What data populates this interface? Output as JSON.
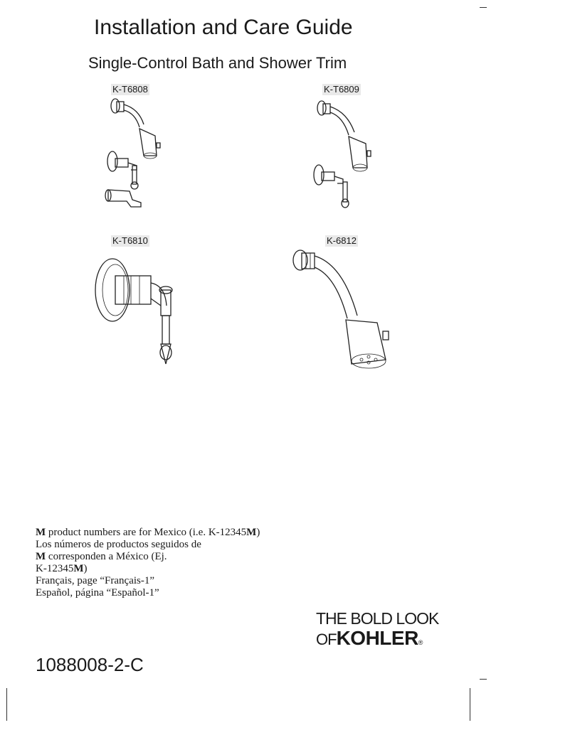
{
  "header": {
    "title": "Installation and Care Guide",
    "subtitle": "Single-Control Bath and Shower Trim"
  },
  "models": [
    {
      "label": "K-T6808",
      "icon": "bath-shower-trim-set-icon"
    },
    {
      "label": "K-T6809",
      "icon": "shower-trim-set-icon"
    },
    {
      "label": "K-T6810",
      "icon": "valve-trim-handle-icon"
    },
    {
      "label": "K-6812",
      "icon": "showerhead-icon"
    }
  ],
  "notes": {
    "line1_bold": "M",
    "line1_text": " product numbers are for Mexico (i.e. K-12345",
    "line1_bold2": "M",
    "line1_end": ")",
    "line2": "Los números de productos seguidos de",
    "line3_bold": "M",
    "line3_text": " corresponden a México (Ej.",
    "line4_text": "K-12345",
    "line4_bold": "M",
    "line4_end": ")",
    "line5": "Français, page “Français-1”",
    "line6": "Español, página “Español-1”"
  },
  "logo": {
    "line1": "THE BOLD LOOK",
    "of": "OF",
    "brand": "KOHLER",
    "reg": "®"
  },
  "document_number": "1088008-2-C"
}
